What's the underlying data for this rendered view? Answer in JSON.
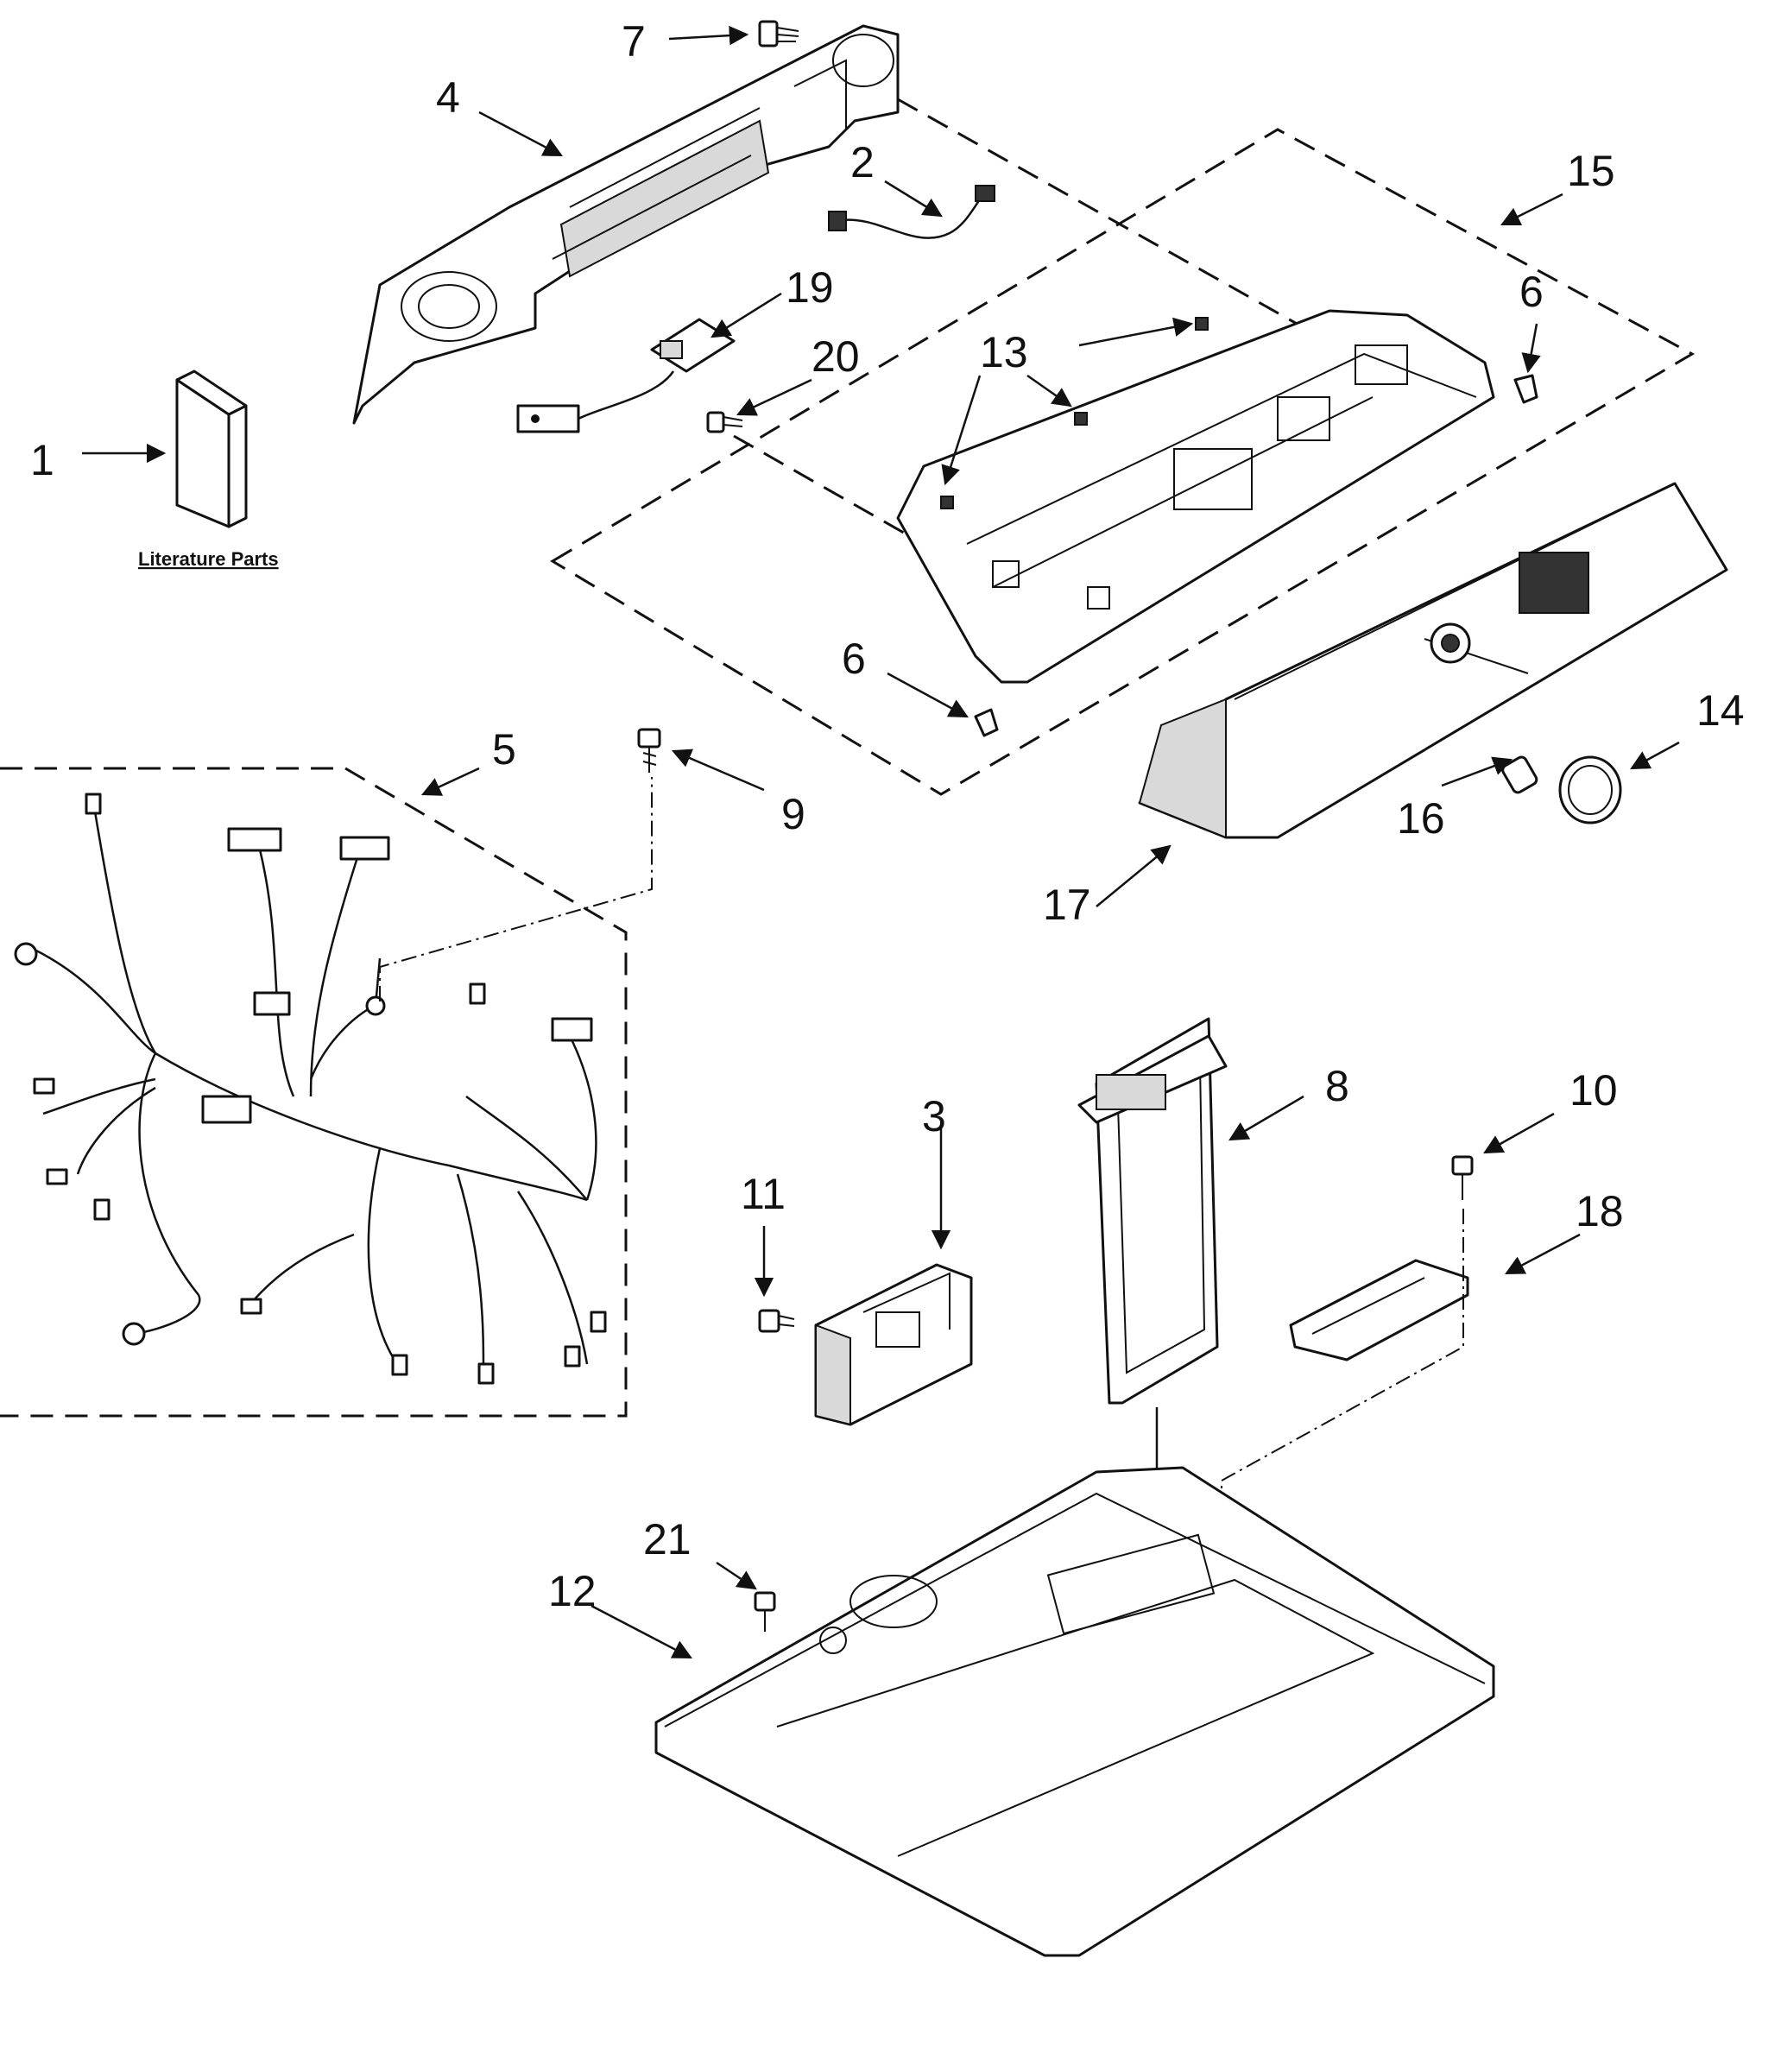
{
  "literature_label": "Literature Parts",
  "callouts": [
    {
      "id": "c1",
      "label": "1"
    },
    {
      "id": "c2",
      "label": "2"
    },
    {
      "id": "c3",
      "label": "3"
    },
    {
      "id": "c4",
      "label": "4"
    },
    {
      "id": "c5",
      "label": "5"
    },
    {
      "id": "c6a",
      "label": "6"
    },
    {
      "id": "c6b",
      "label": "6"
    },
    {
      "id": "c7",
      "label": "7"
    },
    {
      "id": "c8",
      "label": "8"
    },
    {
      "id": "c9",
      "label": "9"
    },
    {
      "id": "c10",
      "label": "10"
    },
    {
      "id": "c11",
      "label": "11"
    },
    {
      "id": "c12",
      "label": "12"
    },
    {
      "id": "c13",
      "label": "13"
    },
    {
      "id": "c14",
      "label": "14"
    },
    {
      "id": "c15",
      "label": "15"
    },
    {
      "id": "c16",
      "label": "16"
    },
    {
      "id": "c17",
      "label": "17"
    },
    {
      "id": "c18",
      "label": "18"
    },
    {
      "id": "c19",
      "label": "19"
    },
    {
      "id": "c20",
      "label": "20"
    },
    {
      "id": "c21",
      "label": "21"
    }
  ]
}
